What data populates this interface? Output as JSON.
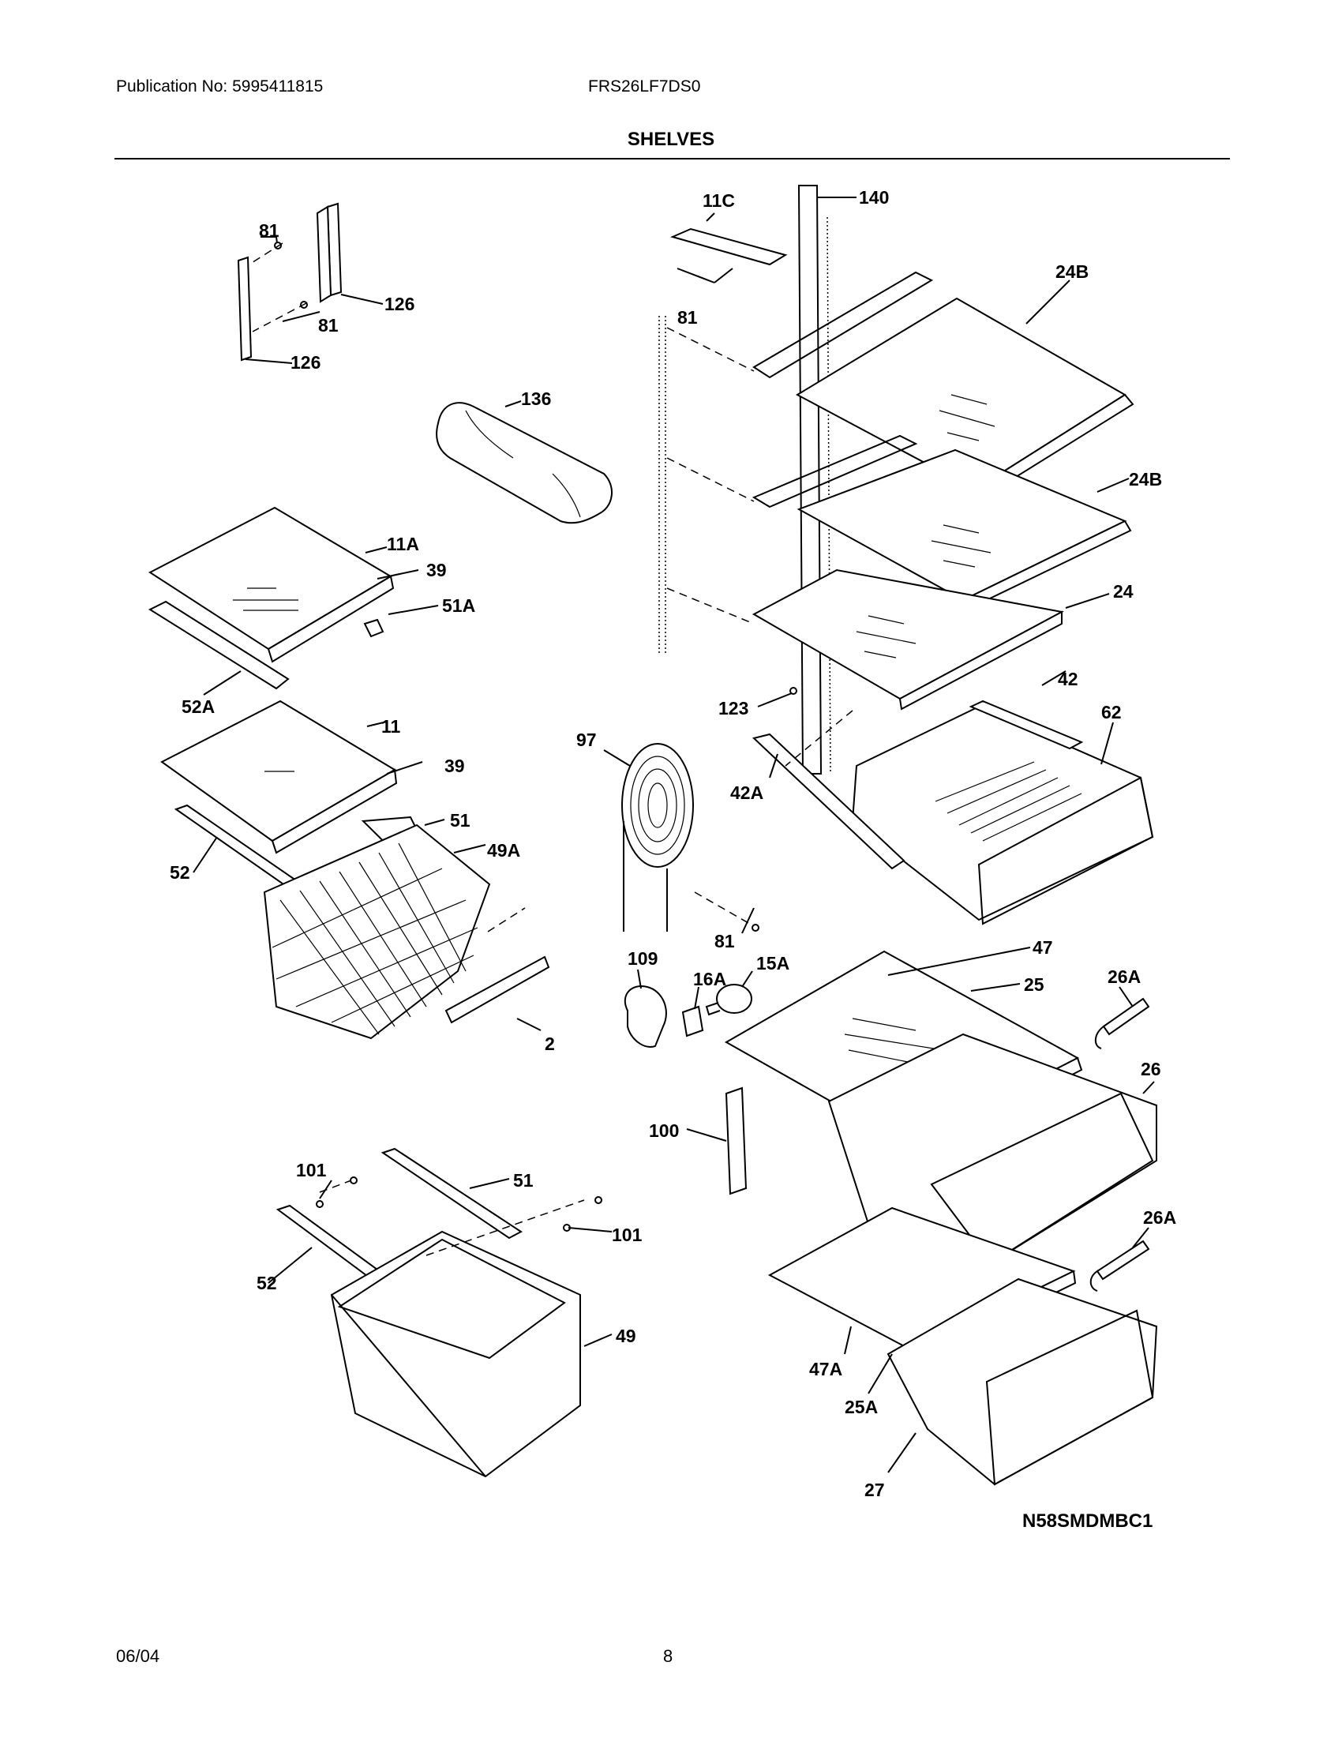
{
  "header": {
    "publication": "Publication No: 5995411815",
    "model": "FRS26LF7DS0",
    "title": "SHELVES"
  },
  "callouts": {
    "c140": "140",
    "c11C": "11C",
    "c81_tr": "81",
    "c24B_1": "24B",
    "c24B_2": "24B",
    "c24": "24",
    "c123": "123",
    "c42": "42",
    "c62": "62",
    "c42A": "42A",
    "c97": "97",
    "c81_mid": "81",
    "c81_a": "81",
    "c81_b": "81",
    "c126_a": "126",
    "c126_b": "126",
    "c136": "136",
    "c11A": "11A",
    "c39_a": "39",
    "c51A": "51A",
    "c52A": "52A",
    "c11": "11",
    "c39_b": "39",
    "c51_a": "51",
    "c49A": "49A",
    "c52_a": "52",
    "c2": "2",
    "c109": "109",
    "c16A": "16A",
    "c15A": "15A",
    "c47": "47",
    "c25": "25",
    "c26A_1": "26A",
    "c26": "26",
    "c100": "100",
    "c26A_2": "26A",
    "c47A": "47A",
    "c25A": "25A",
    "c27": "27",
    "c101_a": "101",
    "c51_b": "51",
    "c101_b": "101",
    "c52_b": "52",
    "c49": "49"
  },
  "footer": {
    "diagram_id": "N58SMDMBC1",
    "date": "06/04",
    "page": "8"
  }
}
